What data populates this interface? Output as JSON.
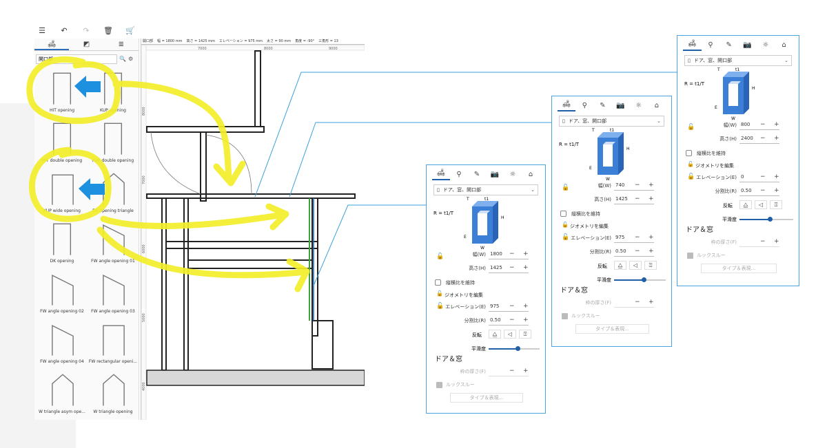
{
  "toolbar": {
    "icons": [
      "menu-icon",
      "undo-icon",
      "redo-icon",
      "delete-icon",
      "cart-icon"
    ]
  },
  "library": {
    "tabs": [
      "furniture-icon",
      "materials-icon",
      "list-icon"
    ],
    "search_value": "開口部",
    "items": [
      {
        "label": "HIT opening"
      },
      {
        "label": "KUP opening"
      },
      {
        "label": "HIT double opening"
      },
      {
        "label": "KUP double opening"
      },
      {
        "label": "KUP wide opening"
      },
      {
        "label": "DK opening triangle"
      },
      {
        "label": "DK opening"
      },
      {
        "label": "FW angle opening 01"
      },
      {
        "label": "FW angle opening 02"
      },
      {
        "label": "FW angle opening 03"
      },
      {
        "label": "FW angle opening 04"
      },
      {
        "label": "FW rectangular openi..."
      },
      {
        "label": "W triangle asym ope..."
      },
      {
        "label": "W triangle opening"
      }
    ]
  },
  "plan": {
    "status": {
      "name": "開口部",
      "width": "幅 = 1800 mm",
      "height": "高さ = 1425 mm",
      "elevation": "エレベーション = 975 mm",
      "thickness": "太さ = 90 mm",
      "angle": "角度 = -90°",
      "triangle": "三角形 = 13"
    },
    "ruler_top": [
      "7000",
      "8000",
      "9000"
    ],
    "ruler_left": [
      "8000",
      "7000",
      "6000",
      "5000",
      "4000"
    ]
  },
  "panels": [
    {
      "type": "ドア、窓、開口部",
      "formula": "R = t1/T",
      "dim_labels": {
        "t": "T",
        "t1": "t1",
        "h": "H",
        "e": "E",
        "w": "W"
      },
      "width_label": "幅(W)",
      "width": "1800",
      "height_label": "高さ(H)",
      "height": "1425",
      "keep_ratio": "縦横比を維持",
      "edit_geometry": "ジオメトリを編集",
      "elevation_label": "エレベーション(E)",
      "elevation": "975",
      "ratio_label": "分割比(R)",
      "ratio": "0.50",
      "flip_label": "反転",
      "smooth_label": "平滑度",
      "smooth": 0.5,
      "section": "ドア＆窓",
      "frame_label": "枠の厚さ(F)",
      "look_through": "ルックスルー",
      "type_btn": "タイプ＆表現..."
    },
    {
      "type": "ドア、窓、開口部",
      "formula": "R = t1/T",
      "dim_labels": {
        "t": "T",
        "t1": "t1",
        "h": "H",
        "e": "E",
        "w": "W"
      },
      "width_label": "幅(W)",
      "width": "740",
      "height_label": "高さ(H)",
      "height": "1425",
      "keep_ratio": "縦横比を維持",
      "edit_geometry": "ジオメトリを編集",
      "elevation_label": "エレベーション(E)",
      "elevation": "975",
      "ratio_label": "分割比(R)",
      "ratio": "0.50",
      "flip_label": "反転",
      "smooth_label": "平滑度",
      "smooth": 0.5,
      "section": "ドア＆窓",
      "frame_label": "枠の厚さ(F)",
      "look_through": "ルックスルー",
      "type_btn": "タイプ＆表現..."
    },
    {
      "type": "ドア、窓、開口部",
      "formula": "R = t1/T",
      "dim_labels": {
        "t": "T",
        "t1": "t1",
        "h": "H",
        "e": "E",
        "w": "W"
      },
      "width_label": "幅(W)",
      "width": "800",
      "height_label": "高さ(H)",
      "height": "2400",
      "keep_ratio": "縦横比を維持",
      "edit_geometry": "ジオメトリを編集",
      "elevation_label": "エレベーション(E)",
      "elevation": "0",
      "ratio_label": "分割比(R)",
      "ratio": "0.50",
      "flip_label": "反転",
      "smooth_label": "平滑度",
      "smooth": 0.5,
      "section": "ドア＆窓",
      "frame_label": "枠の厚さ(F)",
      "look_through": "ルックスルー",
      "type_btn": "タイプ＆表現..."
    }
  ],
  "colors": {
    "accent": "#1f5fa8",
    "panel_border": "#4aa3df",
    "annotation_yellow": "#f2ee2a",
    "arrow_blue": "#1e90e0",
    "opening_blue": "#3c7fd6"
  }
}
